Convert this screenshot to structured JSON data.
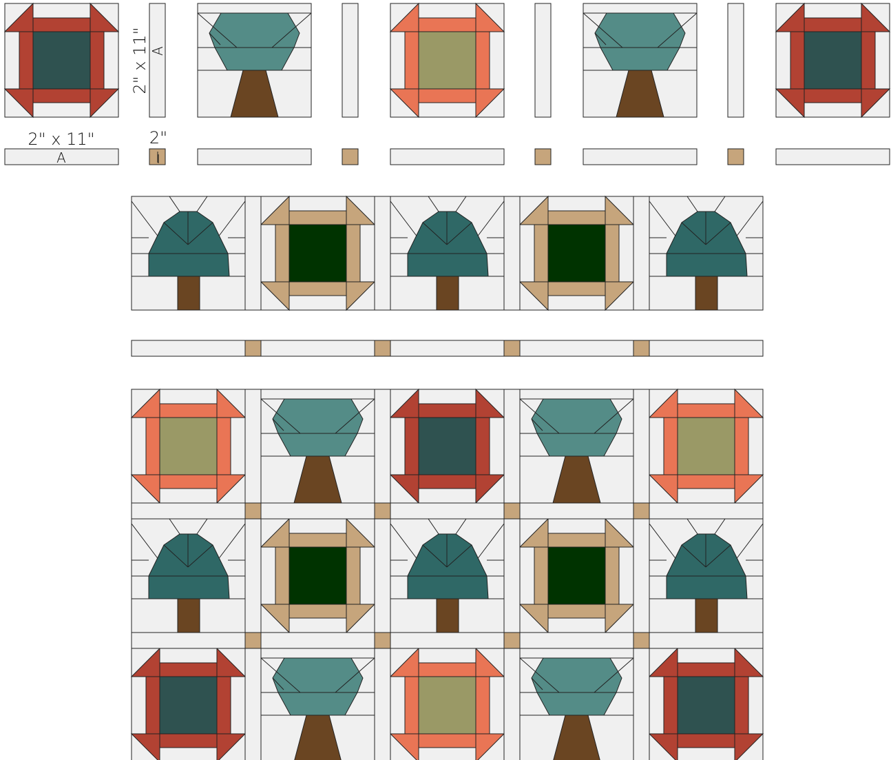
{
  "labels": {
    "sashing_top_size": "2\" x 11\"",
    "sashing_top_letter": "A",
    "sashing_side_size": "2\" x 11\"",
    "sashing_side_letter": "A",
    "cornerstone_size": "2\"",
    "cornerstone_letter": "I"
  },
  "palette": {
    "background": "#f0f0f0",
    "outline": "#222222",
    "cornerstone": "#c6a57c",
    "trunk": "#6a4522",
    "rust_frame": "#b24233",
    "rust_center": "#2f5250",
    "coral_frame": "#e97555",
    "coral_center": "#9a9966",
    "tan_frame": "#c6a57c",
    "tan_center": "#003300",
    "teal_canopy_light": "#548c87",
    "teal_canopy_dark": "#2f6866"
  },
  "top_row_blocks": [
    "frame-rust",
    "tree-round",
    "frame-coral",
    "tree-round",
    "frame-rust"
  ],
  "preview_row_blocks": [
    "tree-dome",
    "frame-tan",
    "tree-dome",
    "frame-tan",
    "tree-dome"
  ],
  "quilt_rows": [
    [
      "frame-coral",
      "tree-round",
      "frame-rust",
      "tree-round",
      "frame-coral"
    ],
    [
      "tree-dome",
      "frame-tan",
      "tree-dome",
      "frame-tan",
      "tree-dome"
    ],
    [
      "frame-rust",
      "tree-round",
      "frame-coral",
      "tree-round",
      "frame-rust"
    ]
  ]
}
